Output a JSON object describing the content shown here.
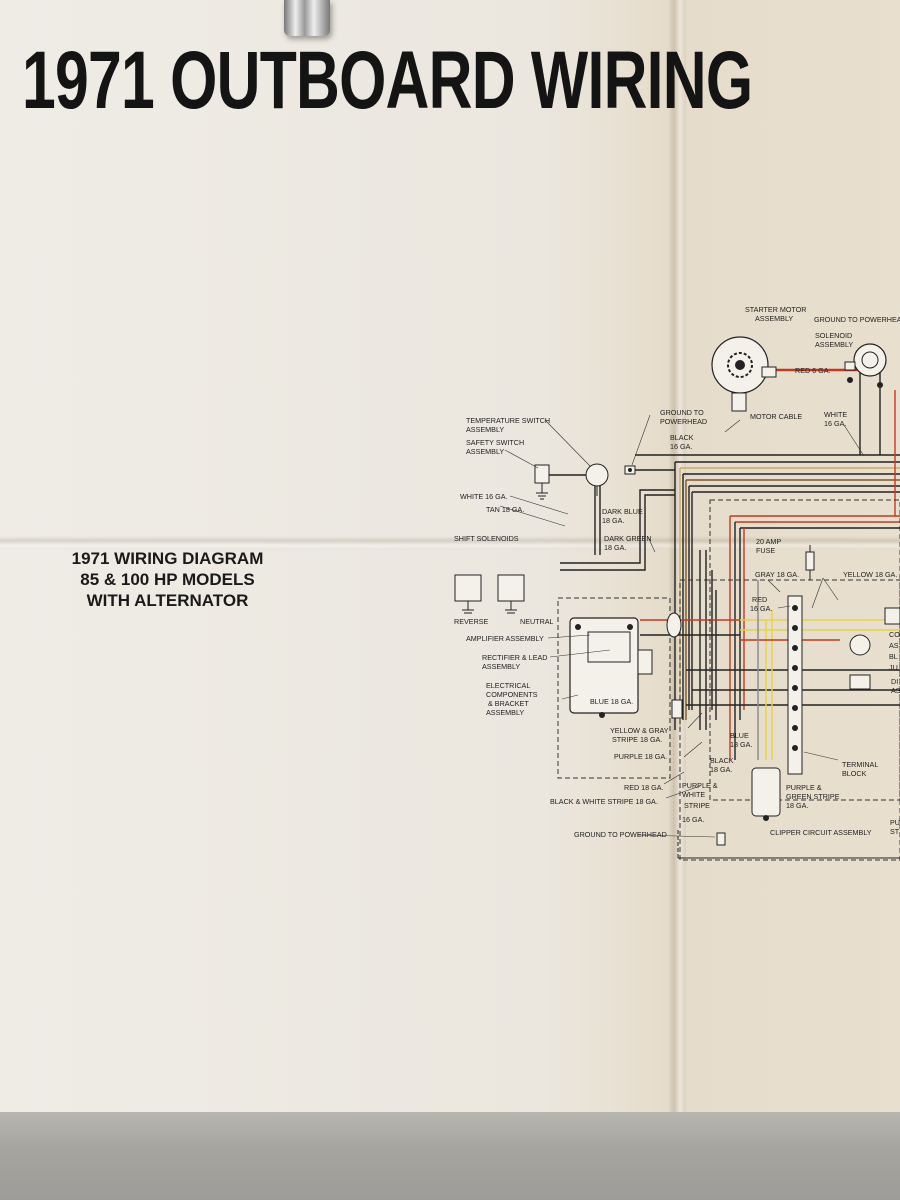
{
  "poster": {
    "title": "1971 OUTBOARD WIRING",
    "subtitle_lines": [
      "1971 WIRING DIAGRAM",
      "85 & 100 HP MODELS",
      "WITH ALTERNATOR"
    ]
  },
  "diagram": {
    "labels": {
      "starter_motor": [
        "STARTER MOTOR",
        "ASSEMBLY"
      ],
      "ground_powerhead_top": "GROUND TO POWERHEAD",
      "solenoid": [
        "SOLENOID",
        "ASSEMBLY"
      ],
      "red_6ga": "RED 6 GA.",
      "motor_cable": "MOTOR CABLE",
      "white_16ga_top": [
        "WHITE",
        "16 GA."
      ],
      "temp_switch": [
        "TEMPERATURE SWITCH",
        "ASSEMBLY"
      ],
      "safety_switch": [
        "SAFETY SWITCH",
        "ASSEMBLY"
      ],
      "ground_powerhead_mid": [
        "GROUND TO",
        "POWERHEAD"
      ],
      "black_16ga": [
        "BLACK",
        "16 GA."
      ],
      "white_16ga": "WHITE 16 GA.",
      "tan_18ga": "TAN 18 GA.",
      "dark_blue": [
        "DARK BLUE",
        "18 GA."
      ],
      "dark_green": [
        "DARK GREEN",
        "18 GA."
      ],
      "shift_solenoids": "SHIFT SOLENOIDS",
      "fuse": [
        "20 AMP",
        "FUSE"
      ],
      "reverse": "REVERSE",
      "neutral": "NEUTRAL",
      "gray_18ga": "GRAY 18 GA.",
      "yellow_18ga": "YELLOW 18 GA.",
      "red_16ga": [
        "RED",
        "16 GA."
      ],
      "amplifier": "AMPLIFIER ASSEMBLY",
      "rectifier": [
        "RECTIFIER & LEAD",
        "ASSEMBLY"
      ],
      "electrical": [
        "ELECTRICAL",
        "COMPONENTS",
        "& BRACKET",
        "ASSEMBLY"
      ],
      "blue_18ga": "BLUE 18 GA.",
      "yellow_gray": [
        "YELLOW & GRAY",
        "STRIPE 18 GA."
      ],
      "purple_18ga": "PURPLE 18 GA.",
      "blue_18ga_2": [
        "BLUE",
        "18 GA."
      ],
      "black_18ga": [
        "BLACK",
        "18 GA."
      ],
      "red_18ga": "RED 18 GA.",
      "black_white": "BLACK & WHITE STRIPE 18 GA.",
      "purple_white": [
        "PURPLE &",
        "WHITE",
        "STRIPE",
        "16 GA."
      ],
      "purple_green": [
        "PURPLE &",
        "GREEN STRIPE",
        "18 GA."
      ],
      "terminal_block": [
        "TERMINAL",
        "BLOCK"
      ],
      "ground_powerhead_bottom": "GROUND TO POWERHEAD",
      "clipper": "CLIPPER CIRCUIT ASSEMBLY",
      "right_edge": [
        "CO",
        "AS",
        "BL",
        "JU",
        "DI",
        "AS",
        "PU",
        "ST"
      ]
    }
  }
}
